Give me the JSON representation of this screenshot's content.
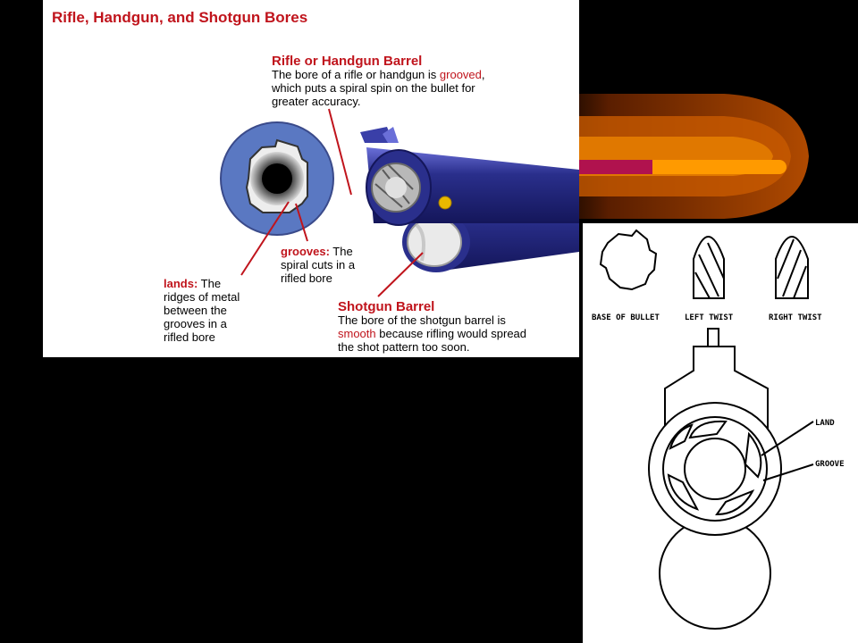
{
  "diagram": {
    "title": "Rifle, Handgun, and Shotgun Bores",
    "rifle": {
      "heading": "Rifle or Handgun Barrel",
      "text_before": "The bore of a rifle or handgun is",
      "highlight": "grooved",
      "text_after": ", which puts a spiral spin on the bullet for greater accuracy."
    },
    "grooves": {
      "term": "grooves:",
      "text": " The spiral cuts in a rifled bore"
    },
    "lands": {
      "term": "lands:",
      "text": " The ridges of metal between the grooves in a rifled bore"
    },
    "shotgun": {
      "heading": "Shotgun Barrel",
      "text_before": "The bore of the shotgun barrel is",
      "highlight": "smooth",
      "text_after": " because rifling would spread the shot pattern too soon."
    },
    "colors": {
      "accent_red": "#c0141c",
      "barrel_blue": "#2a2f8c",
      "ring_blue": "#5a78c2"
    }
  },
  "sketch": {
    "base_label": "BASE OF BULLET",
    "left_label": "LEFT TWIST",
    "right_label": "RIGHT TWIST",
    "land_label": "LAND",
    "groove_label": "GROOVE"
  }
}
